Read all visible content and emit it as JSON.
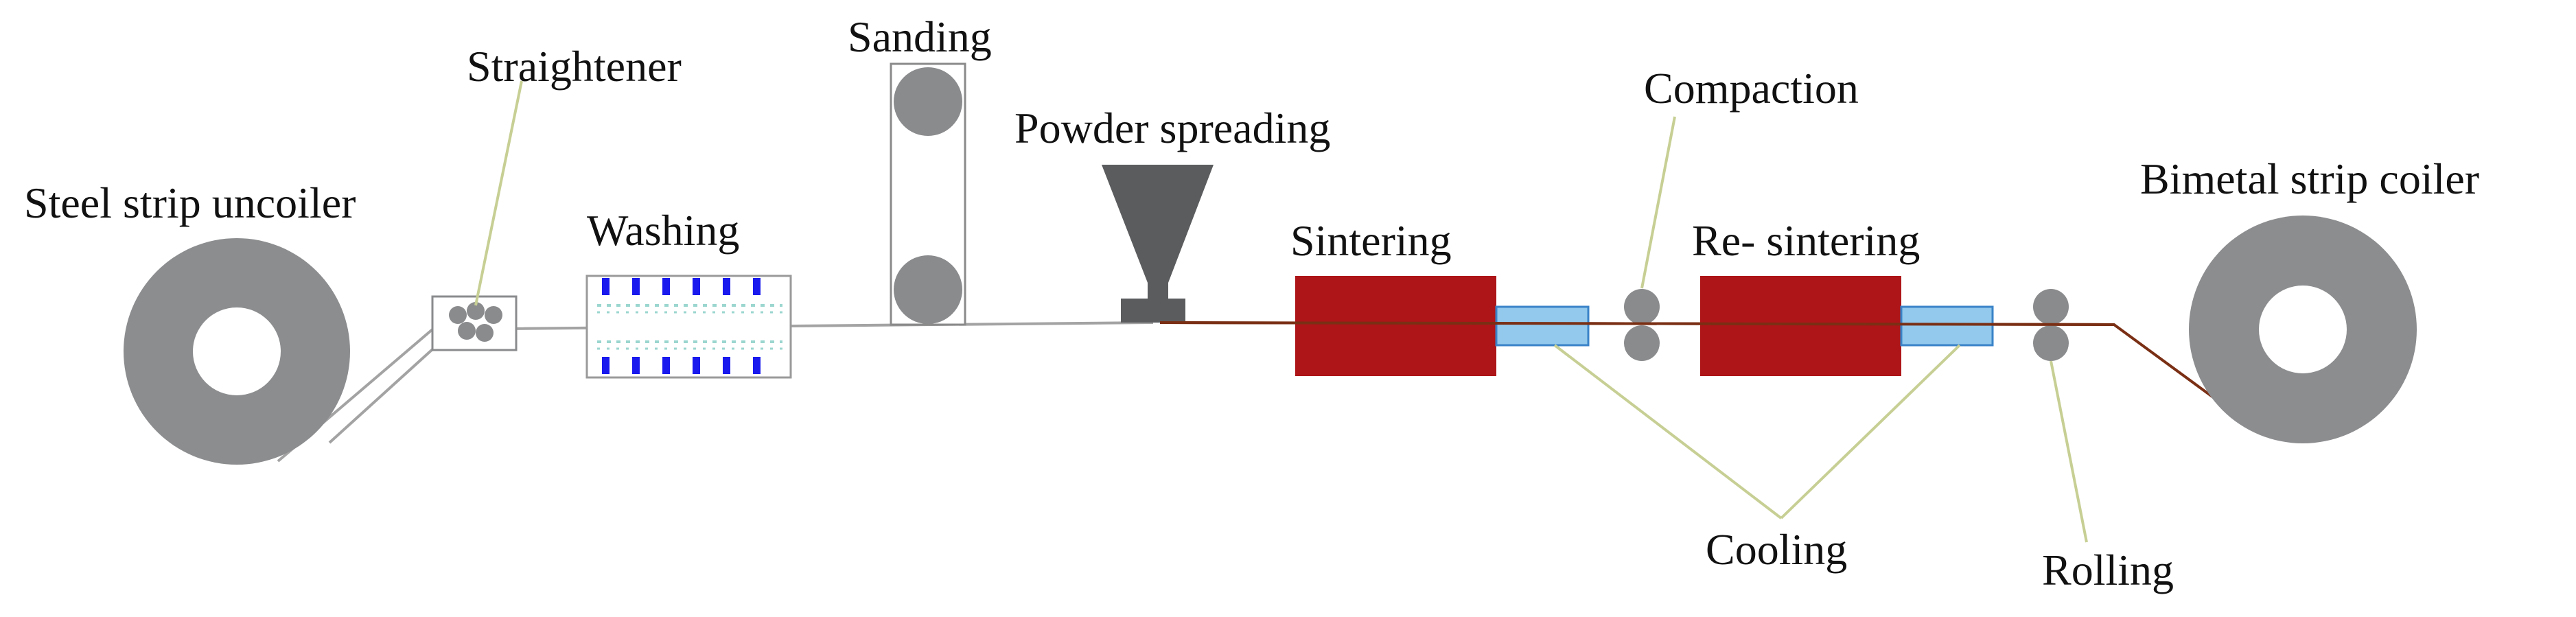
{
  "labels": {
    "uncoiler": "Steel strip uncoiler",
    "straightener": "Straightener",
    "washing": "Washing",
    "sanding": "Sanding",
    "powder_spreading": "Powder spreading",
    "sintering": "Sintering",
    "compaction": "Compaction",
    "re_sintering": "Re- sintering",
    "cooling": "Cooling",
    "rolling": "Rolling",
    "coiler": "Bimetal strip coiler"
  },
  "colors": {
    "coil": "#8c8d8f",
    "roller": "#8a8b8d",
    "strip_bare": "#a3a3a3",
    "strip_coated": "#7a2f14",
    "furnace": "#ad1518",
    "cooling_box": "#93c9ec",
    "washer_nozzle": "#1a1aee",
    "washer_spray": "#9bd6cf",
    "hopper": "#5b5c5e",
    "leader_line": "#c7cf94"
  }
}
